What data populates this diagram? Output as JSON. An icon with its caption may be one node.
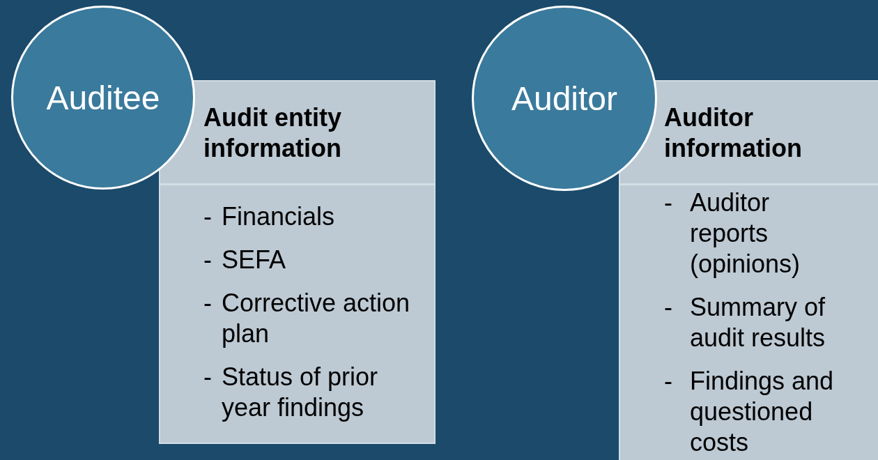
{
  "diagram": {
    "nodes": [
      {
        "text": [
          "Auditee"
        ]
      },
      {
        "text": [
          "Audit entity information",
          "- Financials",
          "- SEFA",
          "- Corrective action plan",
          "- Status of prior year findings"
        ]
      },
      {
        "text": [
          "Auditor"
        ]
      },
      {
        "text": [
          "Auditor information",
          "- Auditor reports (opinions)",
          "- Summary of audit results",
          "- Findings and questioned costs"
        ]
      }
    ],
    "edges": []
  }
}
